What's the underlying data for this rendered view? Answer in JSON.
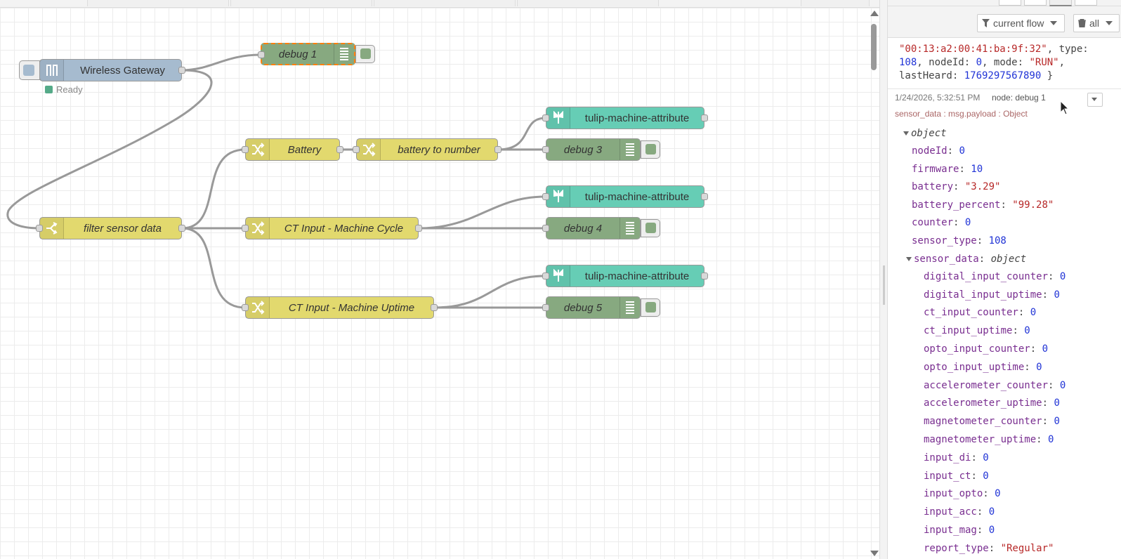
{
  "nodes": {
    "gateway": {
      "label": "Wireless Gateway",
      "status": "Ready"
    },
    "debug1": {
      "label": "debug 1"
    },
    "filter": {
      "label": "filter sensor data"
    },
    "battery": {
      "label": "Battery"
    },
    "battery_num": {
      "label": "battery to number"
    },
    "tulip1": {
      "label": "tulip-machine-attribute"
    },
    "tulip2": {
      "label": "tulip-machine-attribute"
    },
    "tulip3": {
      "label": "tulip-machine-attribute"
    },
    "debug3": {
      "label": "debug 3"
    },
    "debug4": {
      "label": "debug 4"
    },
    "debug5": {
      "label": "debug 5"
    },
    "ct_cycle": {
      "label": "CT Input - Machine Cycle"
    },
    "ct_uptime": {
      "label": "CT Input - Machine Uptime"
    }
  },
  "sidebar": {
    "filter_label": "current flow",
    "clear_label": "all",
    "prev_msg": {
      "line1_str": "\"00:13:a2:00:41:ba:9f:32\"",
      "line1_rest": ", type:",
      "line2_type": "108",
      "line2_nodeid_key": ", nodeId: ",
      "line2_nodeid": "0",
      "line2_mode_key": ", mode: ",
      "line2_mode": "\"RUN\"",
      "line2_end": ",",
      "line3_key": "lastHeard: ",
      "line3_val": "1769297567890",
      "line3_end": " }"
    },
    "msg": {
      "timestamp": "1/24/2026, 5:32:51 PM",
      "node": "node: debug 1",
      "topic": "sensor_data : msg.payload : Object",
      "root": "object",
      "fields": [
        {
          "key": "nodeId",
          "val": "0",
          "type": "n"
        },
        {
          "key": "firmware",
          "val": "10",
          "type": "n"
        },
        {
          "key": "battery",
          "val": "\"3.29\"",
          "type": "s"
        },
        {
          "key": "battery_percent",
          "val": "\"99.28\"",
          "type": "s"
        },
        {
          "key": "counter",
          "val": "0",
          "type": "n"
        },
        {
          "key": "sensor_type",
          "val": "108",
          "type": "n"
        }
      ],
      "sensor_data_key": "sensor_data",
      "sensor_data_type": "object",
      "sensor_fields": [
        {
          "key": "digital_input_counter",
          "val": "0"
        },
        {
          "key": "digital_input_uptime",
          "val": "0"
        },
        {
          "key": "ct_input_counter",
          "val": "0"
        },
        {
          "key": "ct_input_uptime",
          "val": "0"
        },
        {
          "key": "opto_input_counter",
          "val": "0"
        },
        {
          "key": "opto_input_uptime",
          "val": "0"
        },
        {
          "key": "accelerometer_counter",
          "val": "0"
        },
        {
          "key": "accelerometer_uptime",
          "val": "0"
        },
        {
          "key": "magnetometer_counter",
          "val": "0"
        },
        {
          "key": "magnetometer_uptime",
          "val": "0"
        },
        {
          "key": "input_di",
          "val": "0"
        },
        {
          "key": "input_ct",
          "val": "0"
        },
        {
          "key": "input_opto",
          "val": "0"
        },
        {
          "key": "input_acc",
          "val": "0"
        },
        {
          "key": "input_mag",
          "val": "0"
        },
        {
          "key": "report_type",
          "val": "\"Regular\"",
          "type": "s"
        }
      ]
    }
  }
}
